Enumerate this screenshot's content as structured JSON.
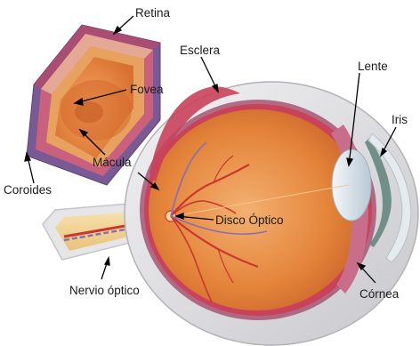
{
  "labels": {
    "retina": "Retina",
    "fovea": "Fovea",
    "macula": "Mácula",
    "coroides": "Coroides",
    "esclera": "Esclera",
    "lente": "Lente",
    "iris": "Iris",
    "disco_optico": "Disco Óptico",
    "nervio_optico": "Nervio óptico",
    "cornea": "Córnea"
  },
  "colors": {
    "sclera": "#dcdcde",
    "sclera_edge": "#b9b9bd",
    "vitreous": "#e07a2e",
    "vitreous_light": "#f0a05a",
    "retina_band": "#c9425a",
    "choroid": "#7b4c8a",
    "lens": "#d8e2ea",
    "iris": "#6f8f87",
    "vessel_red": "#c9372f",
    "vessel_purple": "#8a6fb0",
    "nerve": "#f2d497",
    "leader": "#000000"
  }
}
